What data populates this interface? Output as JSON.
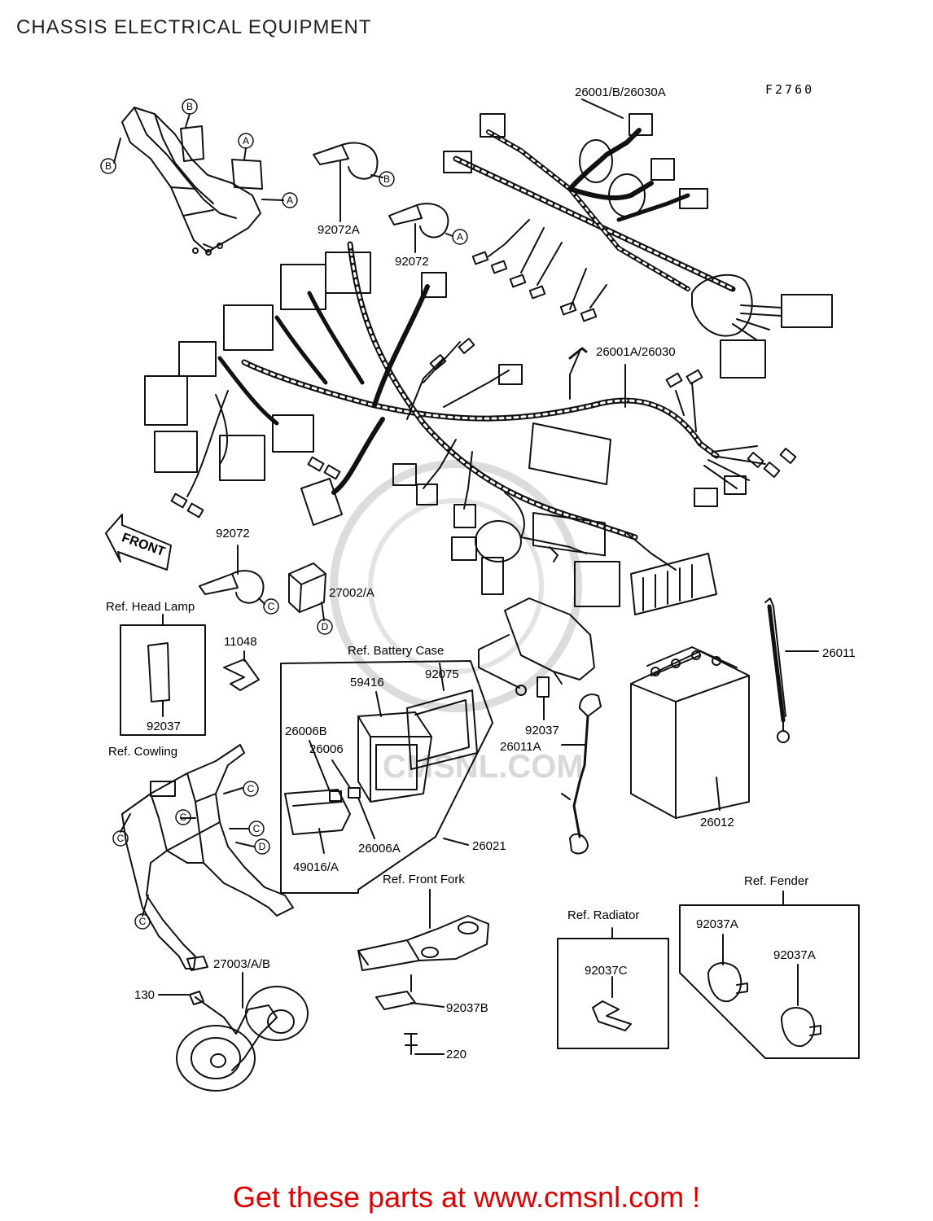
{
  "header": {
    "title": "CHASSIS ELECTRICAL EQUIPMENT",
    "figure_code": "F2760"
  },
  "footer": {
    "text": "Get these parts at www.cmsnl.com !",
    "color": "#e00000"
  },
  "watermark": {
    "text": "CMSNL.COM"
  },
  "direction_arrow": {
    "label": "FRONT"
  },
  "callouts": {
    "a": "A",
    "b": "B",
    "c": "C",
    "d": "D"
  },
  "parts": {
    "p26001b_26030a": "26001/B/26030A",
    "p92072a": "92072A",
    "p92072_top": "92072",
    "p26001a_26030": "26001A/26030",
    "p92072_mid": "92072",
    "p27002a": "27002/A",
    "ref_head_lamp": "Ref. Head Lamp",
    "p11048": "11048",
    "p92037_head": "92037",
    "ref_battery_case": "Ref. Battery Case",
    "p59416": "59416",
    "p92075": "92075",
    "p92037_batt": "92037",
    "p26011": "26011",
    "p26011a": "26011A",
    "p26012": "26012",
    "ref_cowling": "Ref. Cowling",
    "p26006b": "26006B",
    "p26006": "26006",
    "p26006a": "26006A",
    "p49016a": "49016/A",
    "p26021": "26021",
    "ref_front_fork": "Ref. Front Fork",
    "ref_radiator": "Ref. Radiator",
    "ref_fender": "Ref. Fender",
    "p92037a_1": "92037A",
    "p92037a_2": "92037A",
    "p92037c": "92037C",
    "p27003ab": "27003/A/B",
    "p130": "130",
    "p92037b": "92037B",
    "p220": "220"
  }
}
